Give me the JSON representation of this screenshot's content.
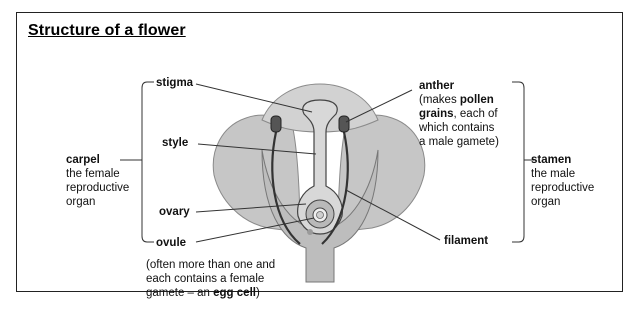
{
  "title": "Structure of a flower",
  "labels": {
    "stigma": "stigma",
    "style": "style",
    "ovary": "ovary",
    "ovule": "ovule",
    "anther": "anther",
    "filament": "filament",
    "carpel": "carpel",
    "stamen": "stamen"
  },
  "notes": {
    "carpel_desc": [
      "the female",
      "reproductive",
      "organ"
    ],
    "stamen_desc": [
      "the male",
      "reproductive",
      "organ"
    ],
    "anther_line1": "(makes ",
    "anther_bold1": "pollen",
    "anther_bold2": "grains",
    "anther_line2_rest": ", each of",
    "anther_line3": "which contains",
    "anther_line4": "a male gamete)",
    "ovule_line1": "(often more than one and",
    "ovule_line2": "each contains a female",
    "ovule_line3_a": "gamete – an ",
    "ovule_line3_bold": "egg cell",
    "ovule_line3_end": ")"
  }
}
